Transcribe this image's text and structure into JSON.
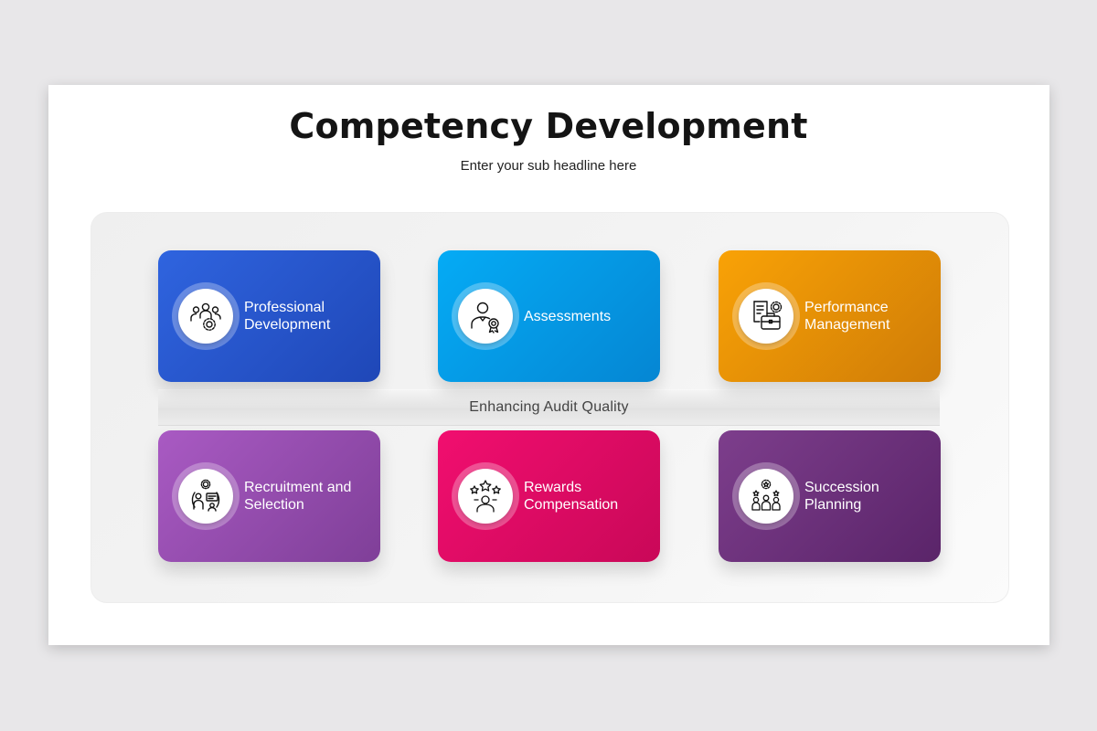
{
  "slide": {
    "title": "Competency Development",
    "subtitle": "Enter your sub headline here",
    "center_label": "Enhancing Audit Quality"
  },
  "cards": [
    {
      "label": "Professional\nDevelopment",
      "icon": "team-gear-icon",
      "color": "#2a5ad2"
    },
    {
      "label": "Assessments",
      "icon": "person-badge-icon",
      "color": "#0599e4"
    },
    {
      "label": "Performance\nManagement",
      "icon": "briefcase-gear-icon",
      "color": "#e88f06"
    },
    {
      "label": "Recruitment and\nSelection",
      "icon": "recruitment-icon",
      "color": "#9a4db5"
    },
    {
      "label": "Rewards\nCompensation",
      "icon": "person-stars-icon",
      "color": "#e00b66"
    },
    {
      "label": "Succession\nPlanning",
      "icon": "team-star-icon",
      "color": "#6e327f"
    }
  ]
}
